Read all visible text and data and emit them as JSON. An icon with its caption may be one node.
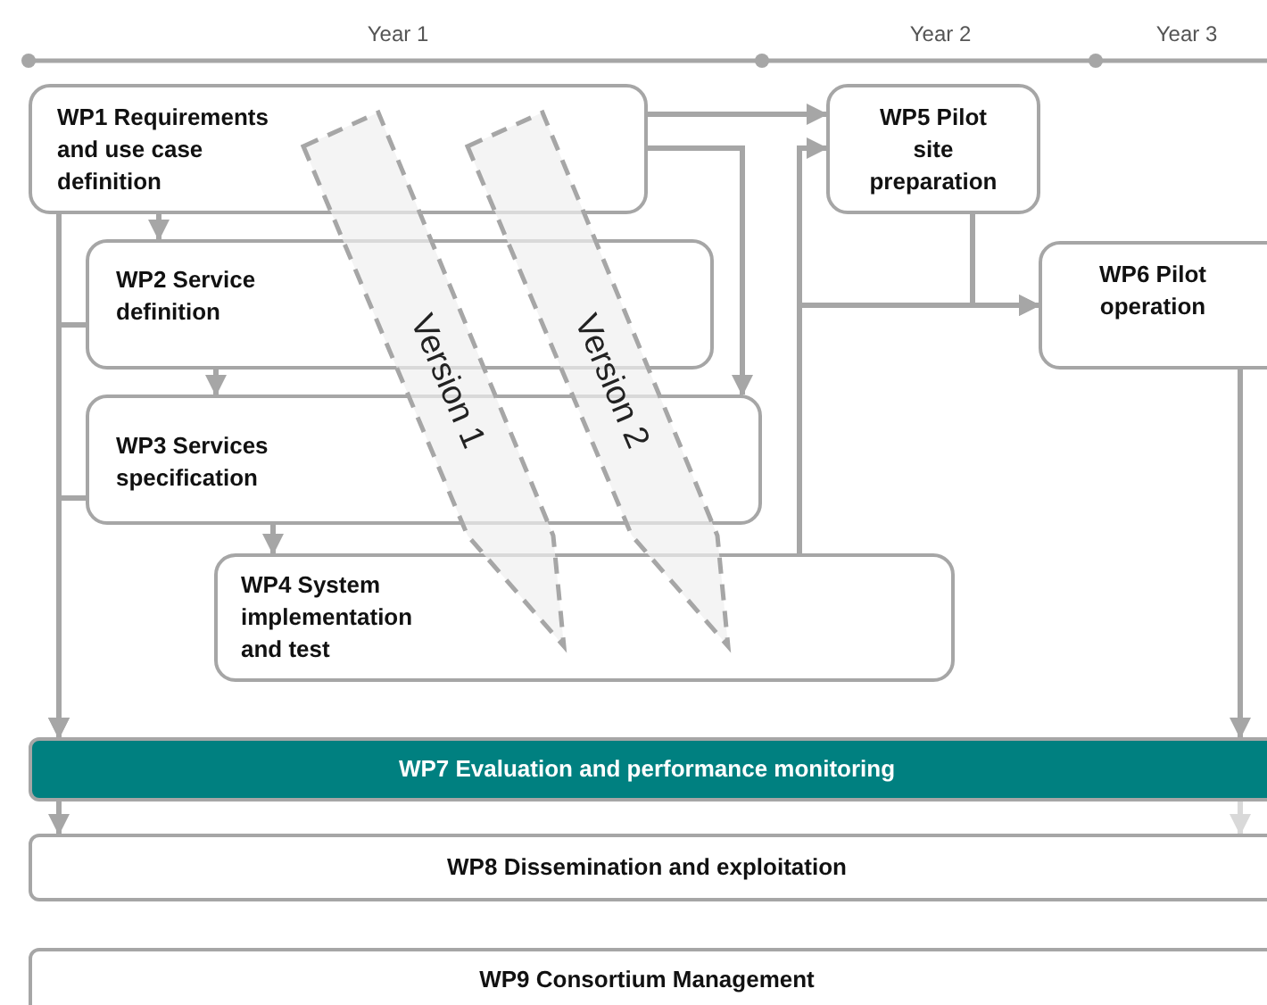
{
  "diagram": {
    "nodes": [
      {
        "text": [
          "WP1 Requirements and use case definition"
        ]
      },
      {
        "text": [
          "WP2 Service definition"
        ]
      },
      {
        "text": [
          "WP3 Services specification"
        ]
      },
      {
        "text": [
          "WP4 System implementation and test"
        ]
      },
      {
        "text": [
          "WP5 Pilot site preparation"
        ]
      },
      {
        "text": [
          "WP6 Pilot operation"
        ]
      },
      {
        "text": [
          "WP7 Evaluation and performance monitoring"
        ]
      },
      {
        "text": [
          "WP8 Dissemination and exploitation"
        ]
      },
      {
        "text": [
          "WP9 Consortium Management"
        ]
      },
      {
        "text": [
          "Version 1"
        ]
      },
      {
        "text": [
          "Version 2"
        ]
      }
    ],
    "edges": [
      {
        "from": 0,
        "to": 1,
        "arrow": "to"
      },
      {
        "from": 1,
        "to": 2,
        "arrow": "to"
      },
      {
        "from": 2,
        "to": 3,
        "arrow": "to"
      },
      {
        "from": 0,
        "to": 4,
        "arrow": "to"
      },
      {
        "from": 0,
        "to": 2,
        "arrow": "to"
      },
      {
        "from": 3,
        "to": 4,
        "arrow": "to"
      },
      {
        "from": 3,
        "to": 5,
        "arrow": "to"
      },
      {
        "from": 4,
        "to": 5,
        "arrow": "to"
      },
      {
        "from": 0,
        "to": 6,
        "arrow": "to"
      },
      {
        "from": 1,
        "to": 6,
        "arrow": "to"
      },
      {
        "from": 2,
        "to": 6,
        "arrow": "to"
      },
      {
        "from": 5,
        "to": 6,
        "arrow": "to"
      },
      {
        "from": 6,
        "to": 7,
        "arrow": "to"
      },
      {
        "from": 6,
        "to": 7,
        "arrow": "to",
        "color": "#d9d9d9"
      }
    ],
    "labels": [
      "Year 1",
      "Year 2",
      "Year 3"
    ]
  }
}
